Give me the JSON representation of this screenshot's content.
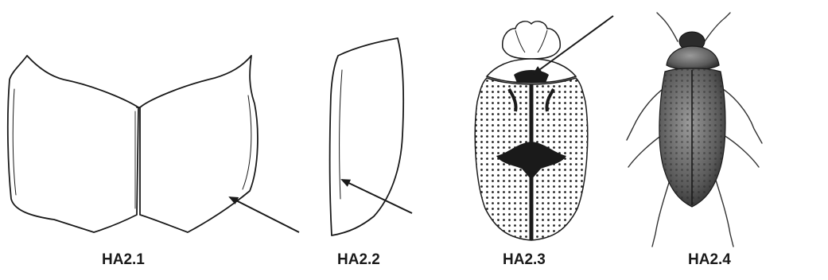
{
  "figures": [
    {
      "label": "HA2.1",
      "subject": "pronotum outline"
    },
    {
      "label": "HA2.2",
      "subject": "elytron outline"
    },
    {
      "label": "HA2.3",
      "subject": "punctured beetle dorsal view"
    },
    {
      "label": "HA2.4",
      "subject": "beetle habitus"
    }
  ],
  "colors": {
    "line": "#1a1a1a",
    "shade": "#555555",
    "background": "#ffffff"
  }
}
